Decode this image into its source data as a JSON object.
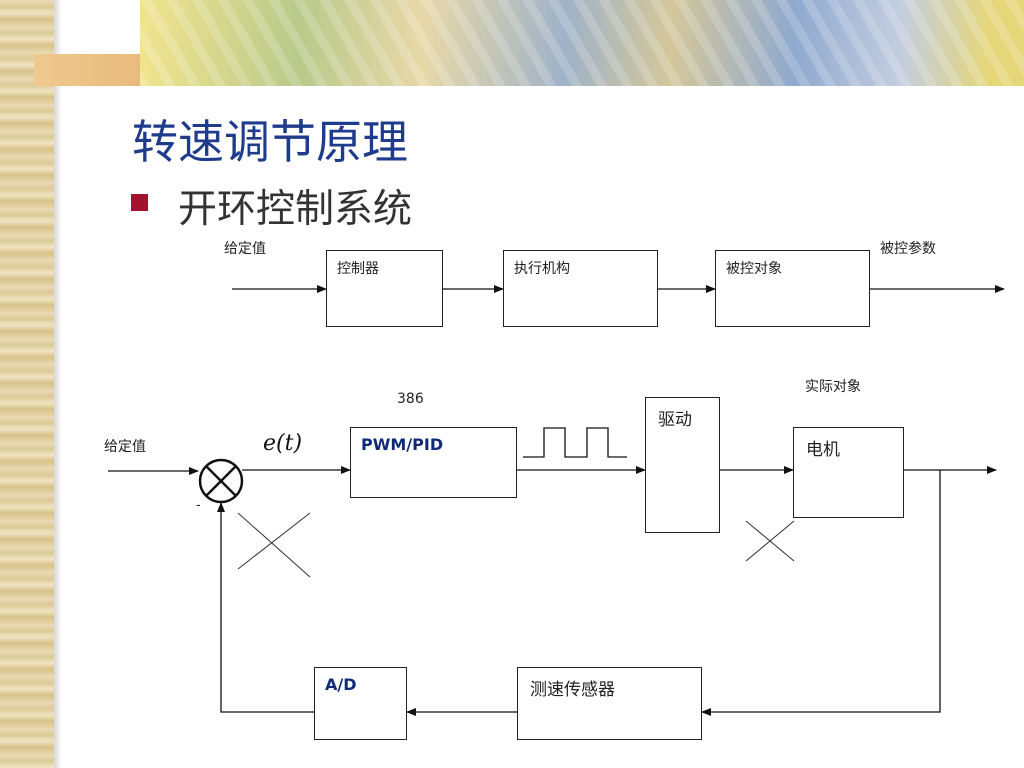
{
  "slide": {
    "title": "转速调节原理",
    "subtitle": "开环控制系统"
  },
  "open_loop": {
    "input_label": "给定值",
    "output_label": "被控参数",
    "blocks": {
      "controller": "控制器",
      "actuator": "执行机构",
      "plant": "被控对象"
    }
  },
  "closed_loop": {
    "input_label": "给定值",
    "error_signal": "e(t)",
    "sign_minus": "-",
    "mcu_label": "386",
    "actual_plant_label": "实际对象",
    "blocks": {
      "pwm_pid": "PWM/PID",
      "drive": "驱动",
      "motor": "电机",
      "adc": "A/D",
      "speed_sensor": "测速传感器"
    }
  }
}
